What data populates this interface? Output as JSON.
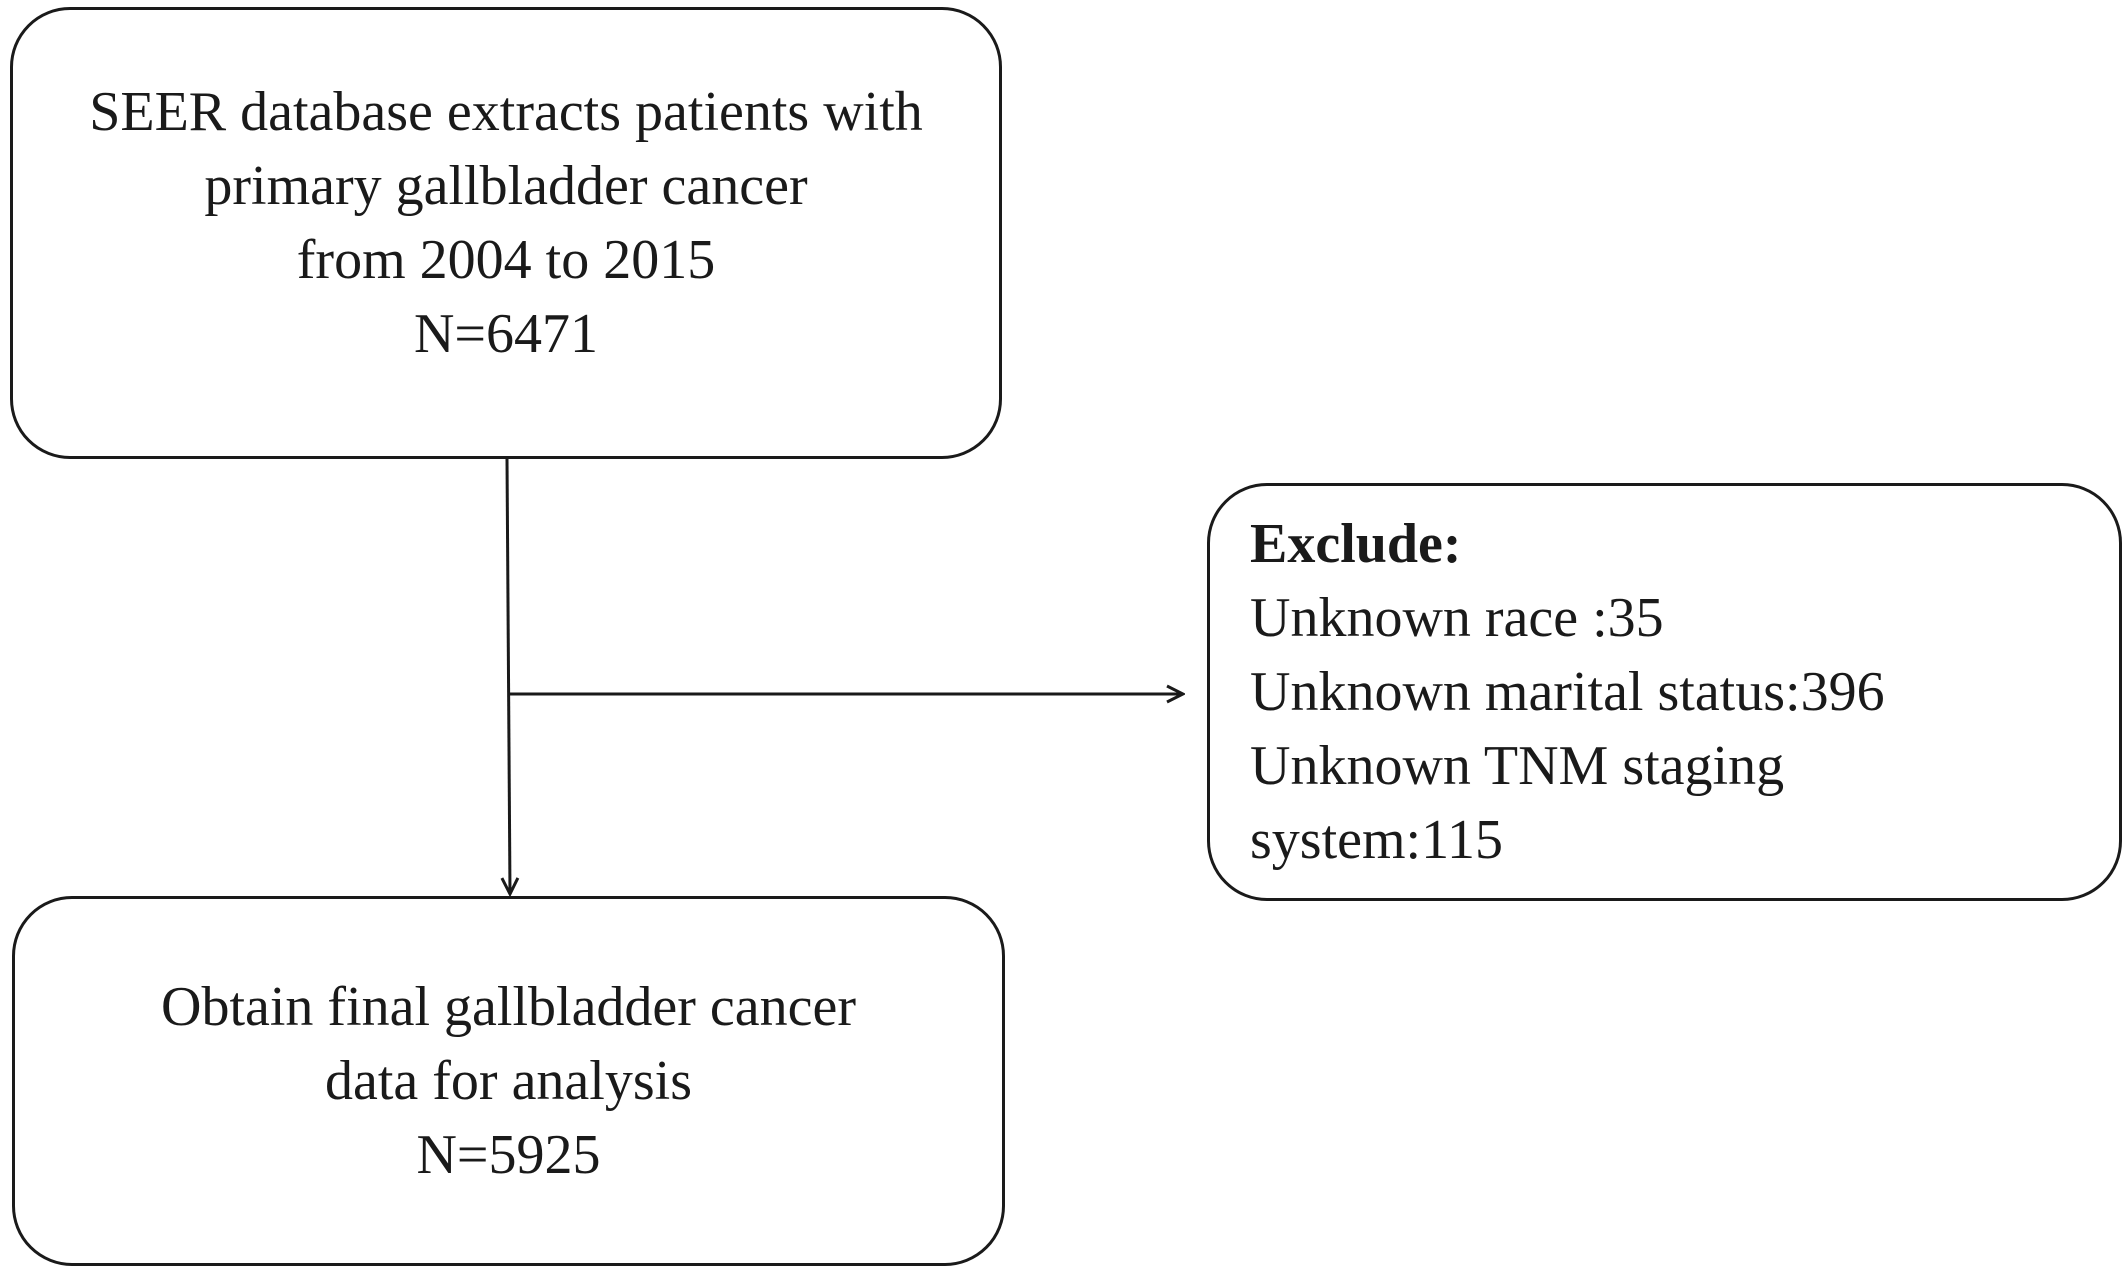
{
  "source_box": {
    "lines": [
      "SEER database extracts patients with",
      "primary gallbladder cancer",
      "from 2004 to 2015",
      "N=6471"
    ]
  },
  "exclude_box": {
    "title": "Exclude:",
    "lines": [
      "Unknown race :35",
      "Unknown marital status:396",
      "Unknown TNM staging",
      "system:115"
    ]
  },
  "final_box": {
    "lines": [
      "Obtain final gallbladder cancer",
      "data for analysis",
      "N=5925"
    ]
  }
}
